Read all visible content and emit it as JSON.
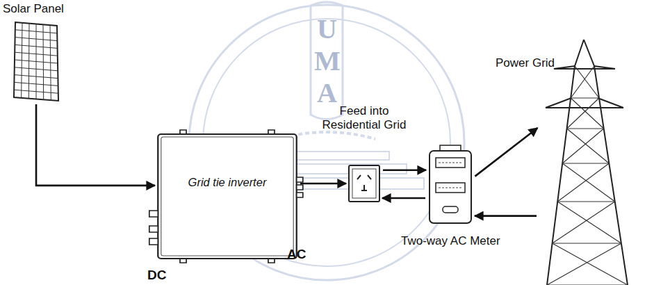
{
  "diagram": {
    "nodes": [
      {
        "text": [
          "Solar Panel"
        ]
      },
      {
        "text": [
          "Grid tie inverter",
          "DC",
          "AC"
        ]
      },
      {
        "text": [
          "Feed into Residential Grid"
        ]
      },
      {
        "text": [
          "Two-way AC Meter"
        ]
      },
      {
        "text": [
          "Power Grid"
        ]
      }
    ],
    "edges": [
      {
        "from": 0,
        "to": 1,
        "arrow": "to"
      },
      {
        "from": 1,
        "to": 2,
        "arrow": "to"
      },
      {
        "from": 2,
        "to": 3,
        "arrow": "to"
      },
      {
        "from": 3,
        "to": 2,
        "arrow": "to"
      },
      {
        "from": 3,
        "to": 4,
        "arrow": "to"
      },
      {
        "from": 4,
        "to": 3,
        "arrow": "to"
      }
    ],
    "labels": [
      "U",
      "M",
      "A"
    ]
  }
}
